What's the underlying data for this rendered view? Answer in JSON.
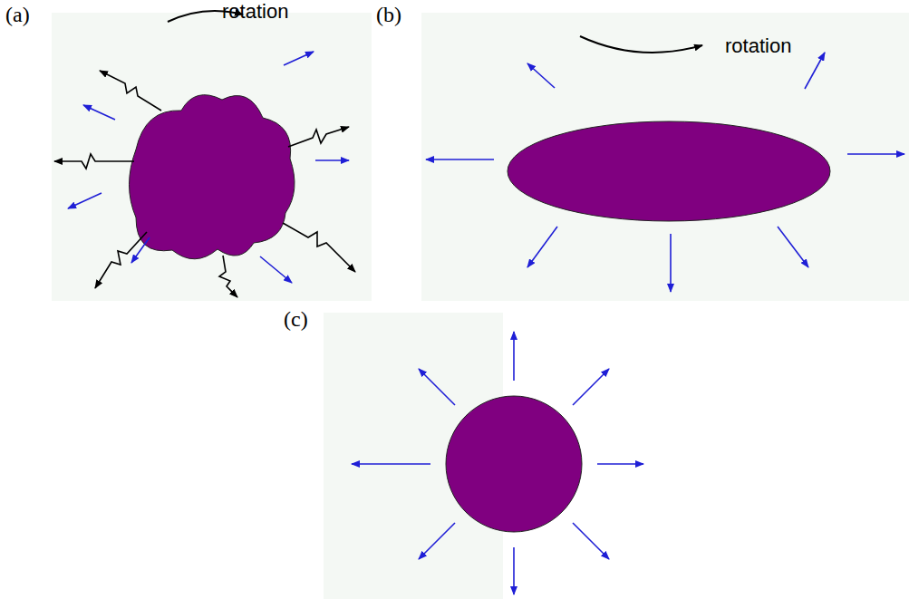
{
  "diagram": {
    "labels": [
      "(a)",
      "rotation",
      "(b)",
      "rotation",
      "(c)"
    ]
  }
}
